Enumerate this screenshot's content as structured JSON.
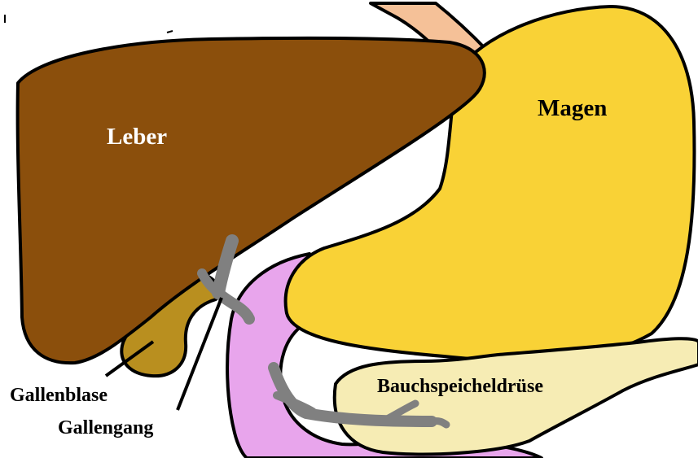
{
  "labels": {
    "liver": "Leber",
    "stomach": "Magen",
    "gallbladder": "Gallenblase",
    "bile_duct": "Gallengang",
    "pancreas": "Bauchspeicheldrüse"
  },
  "colors": {
    "liver": "#8b4f0c",
    "stomach": "#f9d236",
    "gallbladder": "#b98f1f",
    "pancreas": "#f6ecb4",
    "duodenum": "#e8a5ec",
    "esophagus": "#f5c198",
    "ducts": "#808080",
    "liver_text": "#ffffff",
    "dark_text": "#000000"
  }
}
